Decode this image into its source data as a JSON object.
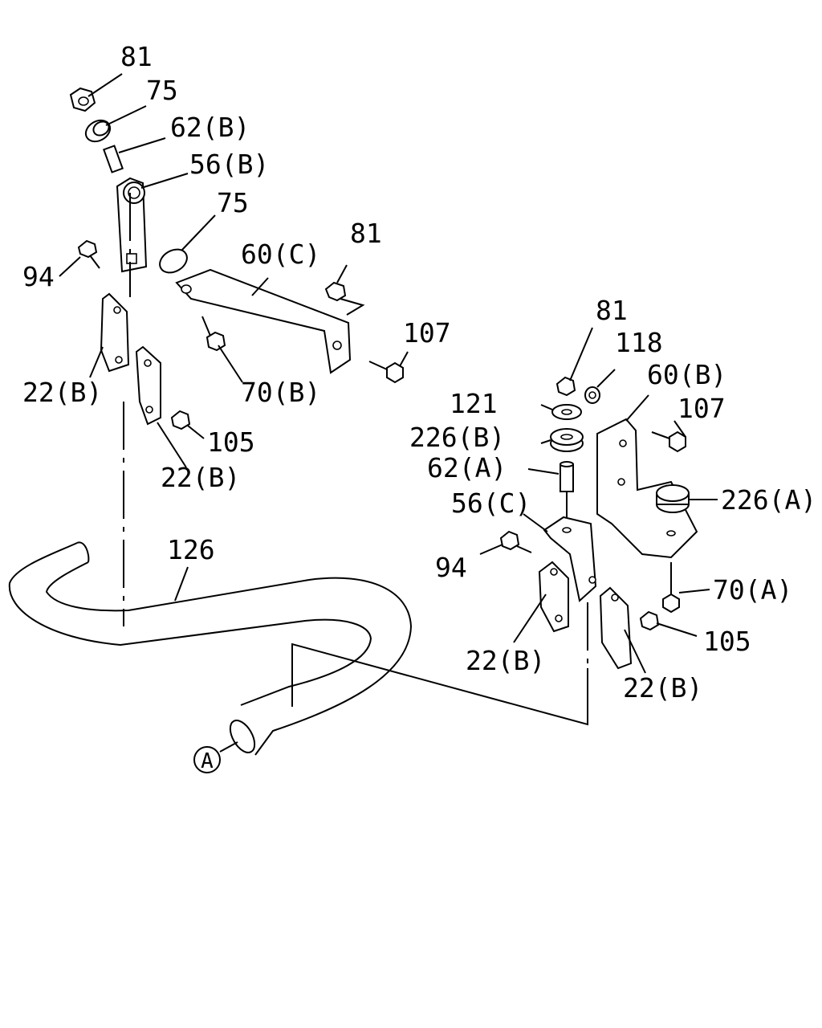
{
  "diagram": {
    "labels": {
      "l81_top": "81",
      "l75_top": "75",
      "l62b": "62(B)",
      "l56b": "56(B)",
      "l75_mid": "75",
      "l60c": "60(C)",
      "l81_mid": "81",
      "l94_left": "94",
      "l107_top": "107",
      "l22b_1": "22(B)",
      "l70b": "70(B)",
      "l105_left": "105",
      "l22b_2": "22(B)",
      "l81_right": "81",
      "l118": "118",
      "l60b": "60(B)",
      "l121": "121",
      "l107_right": "107",
      "l226b": "226(B)",
      "l62a": "62(A)",
      "l226a": "226(A)",
      "l56c": "56(C)",
      "l126": "126",
      "l94_right": "94",
      "l70a": "70(A)",
      "l105_right": "105",
      "l22b_3": "22(B)",
      "l22b_4": "22(B)",
      "marker_a": "A"
    }
  }
}
